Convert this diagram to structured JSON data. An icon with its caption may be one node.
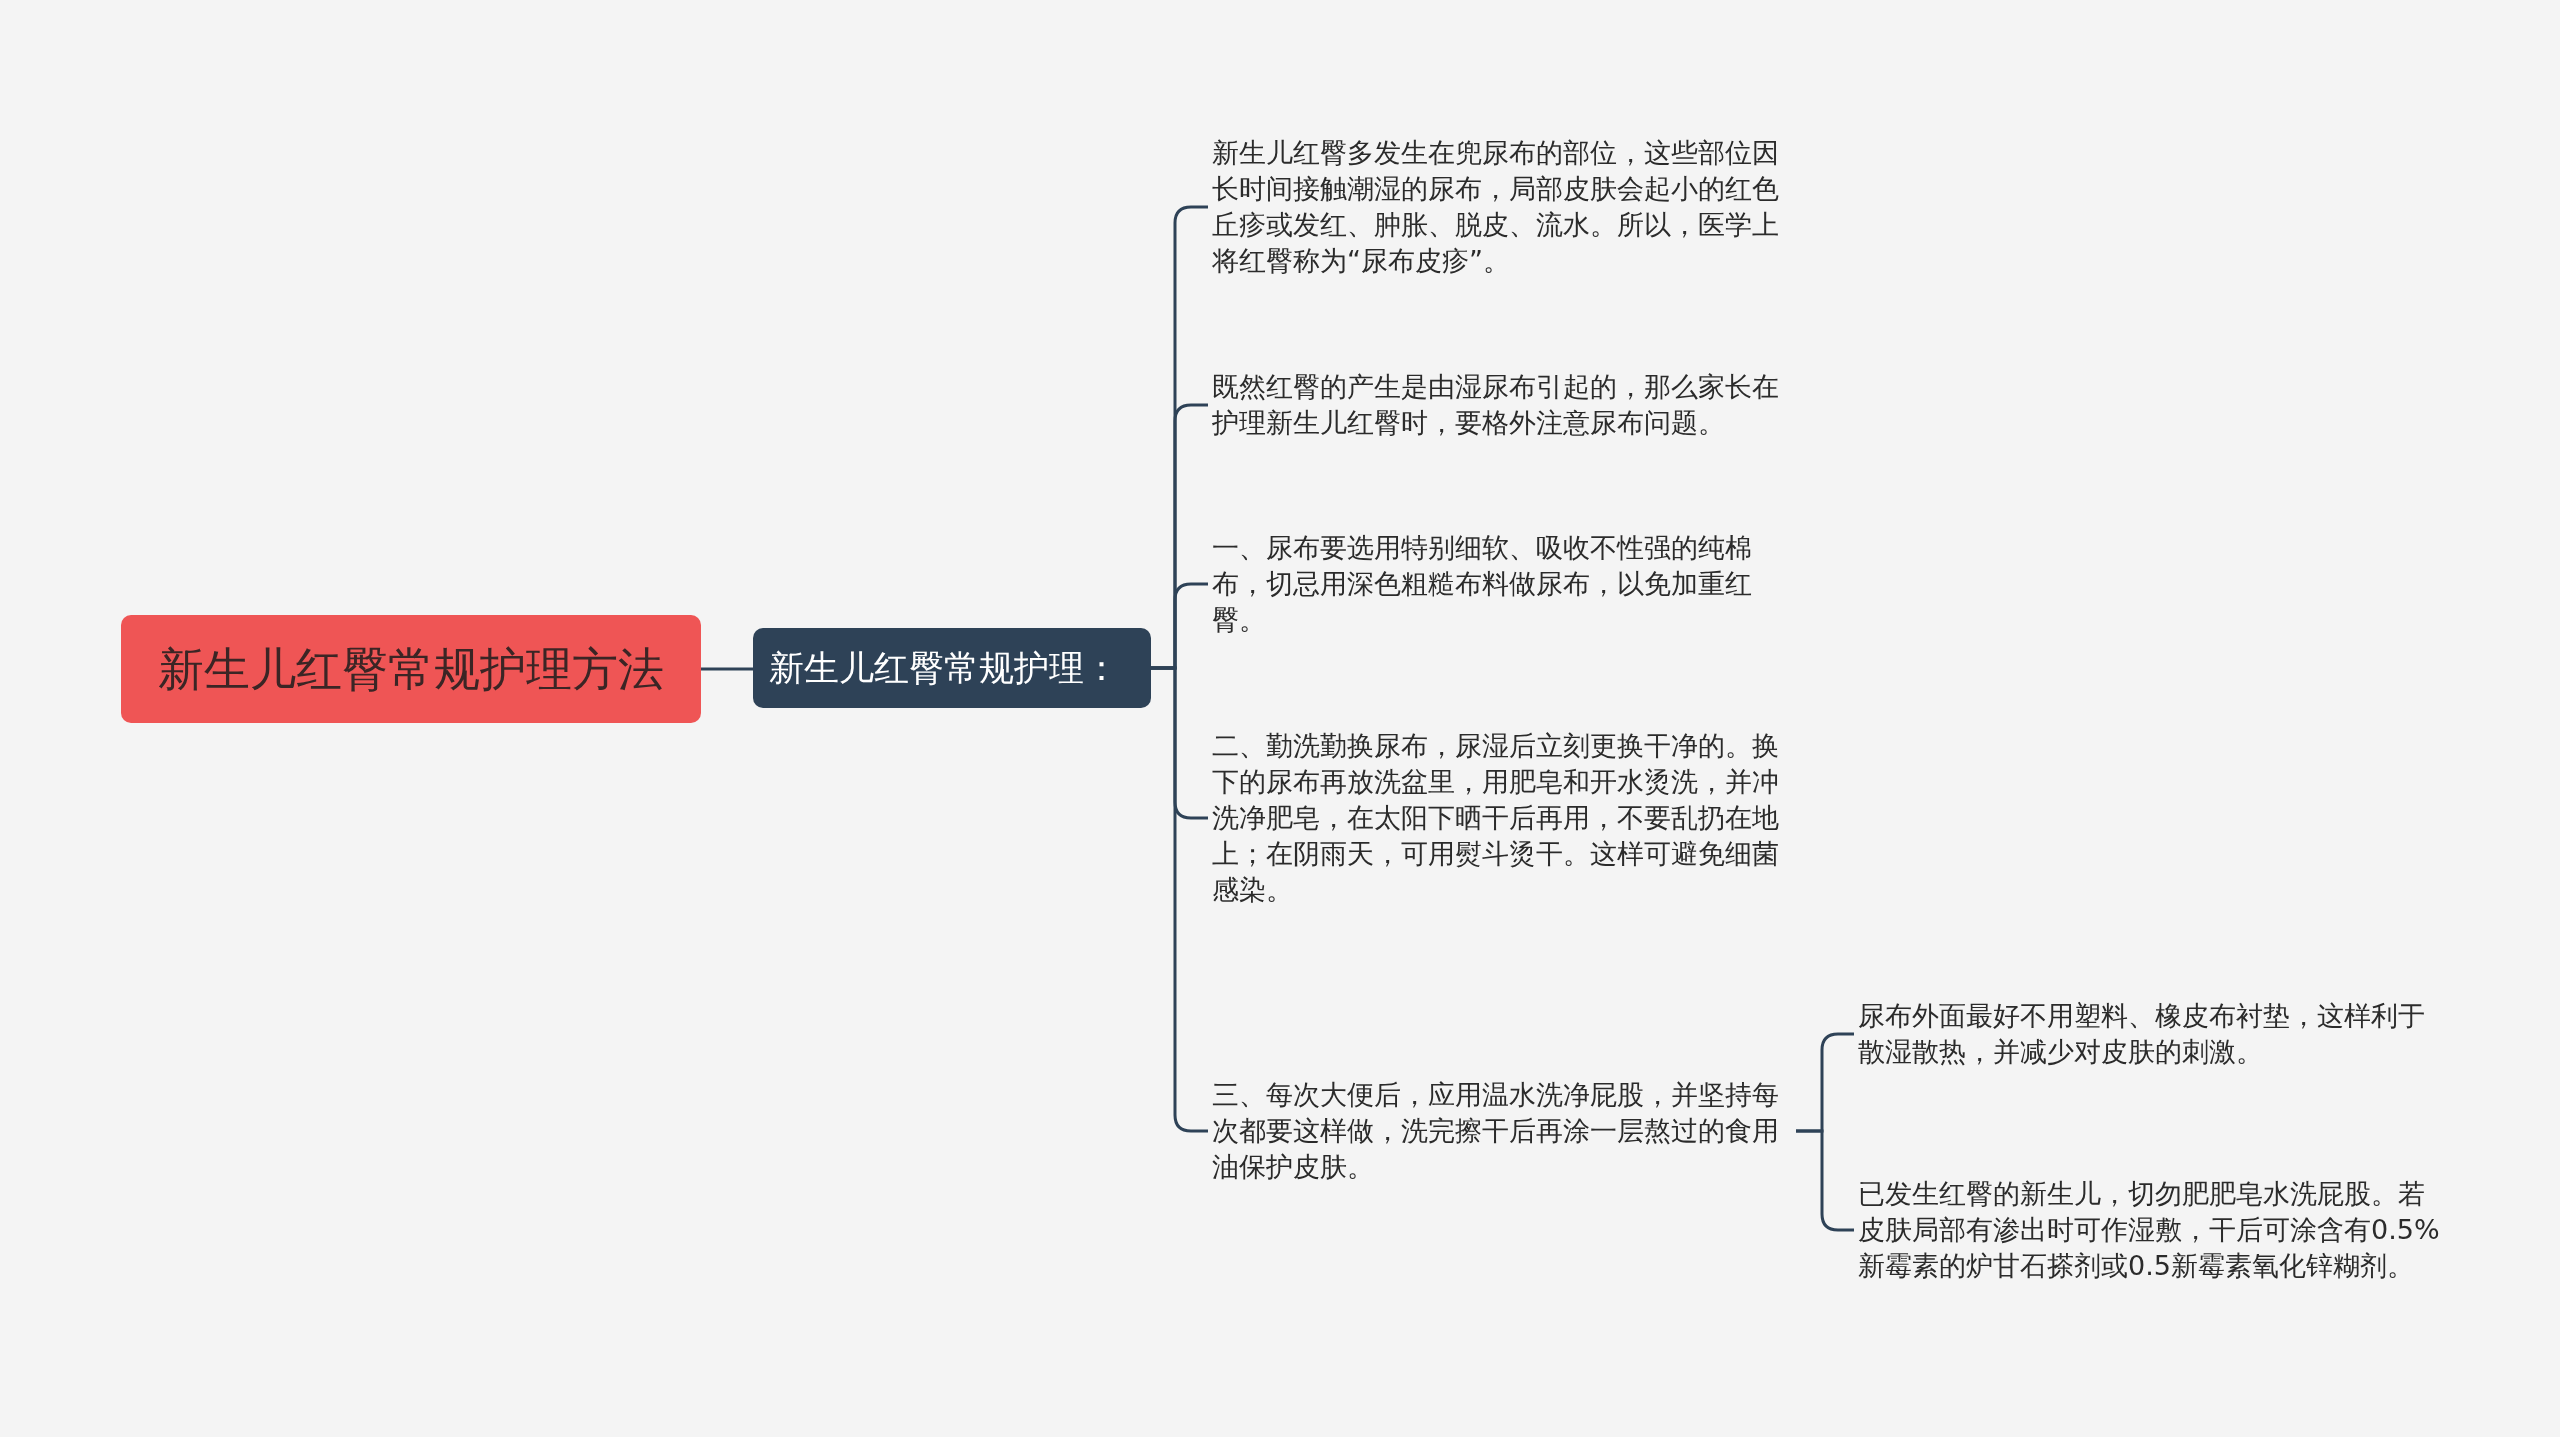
{
  "diagram": {
    "nodes": [
      {
        "text": [
          "新生儿红臀常规护理方法"
        ]
      },
      {
        "text": [
          "新生儿红臀常规护理："
        ]
      },
      {
        "text": [
          "新生儿红臀多发生在兜尿布的部位，这些部位因长时间接触潮湿的尿布，局部皮肤会起小的红色丘疹或发红、肿胀、脱皮、流水。所以，医学上将红臀称为“尿布皮疹”。"
        ]
      },
      {
        "text": [
          "既然红臀的产生是由湿尿布引起的，那么家长在护理新生儿红臀时，要格外注意尿布问题。"
        ]
      },
      {
        "text": [
          "一、尿布要选用特别细软、吸收不性强的纯棉布，切忌用深色粗糙布料做尿布，以免加重红臀。"
        ]
      },
      {
        "text": [
          "二、勤洗勤换尿布，尿湿后立刻更换干净的。换下的尿布再放洗盆里，用肥皂和开水烫洗，并冲洗净肥皂，在太阳下晒干后再用，不要乱扔在地上；在阴雨天，可用熨斗烫干。这样可避免细菌感染。"
        ]
      },
      {
        "text": [
          "三、每次大便后，应用温水洗净屁股，并坚持每次都要这样做，洗完擦干后再涂一层熬过的食用油保护皮肤。"
        ]
      },
      {
        "text": [
          "尿布外面最好不用塑料、橡皮布衬垫，这样利于散湿散热，并减少对皮肤的刺激。"
        ]
      },
      {
        "text": [
          "已发生红臀的新生儿，切勿肥肥皂水洗屁股。若皮肤局部有渗出时可作湿敷，干后可涂含有0.5%新霉素的炉甘石搽剂或0.5新霉素氧化锌糊剂。"
        ]
      }
    ],
    "edges": [
      {
        "from": 0,
        "to": 1,
        "arrow": "none"
      },
      {
        "from": 1,
        "to": 2,
        "arrow": "none"
      },
      {
        "from": 1,
        "to": 3,
        "arrow": "none"
      },
      {
        "from": 1,
        "to": 4,
        "arrow": "none"
      },
      {
        "from": 1,
        "to": 5,
        "arrow": "none"
      },
      {
        "from": 1,
        "to": 6,
        "arrow": "none"
      },
      {
        "from": 6,
        "to": 7,
        "arrow": "none"
      },
      {
        "from": 6,
        "to": 8,
        "arrow": "none"
      }
    ]
  }
}
